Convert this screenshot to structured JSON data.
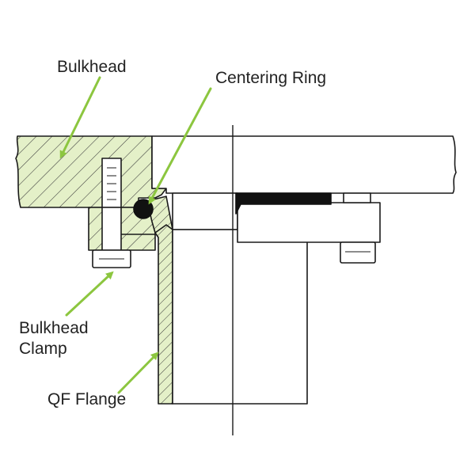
{
  "labels": {
    "bulkhead": "Bulkhead",
    "centering_ring": "Centering Ring",
    "bulkhead_clamp_line1": "Bulkhead",
    "bulkhead_clamp_line2": "Clamp",
    "qf_flange": "QF Flange"
  },
  "colors": {
    "hatch_fill": "#e4f0c8",
    "hatch_line": "#3a3a3a",
    "outline": "#1a1a1a",
    "arrow": "#8cc63f",
    "seal": "#111111"
  }
}
